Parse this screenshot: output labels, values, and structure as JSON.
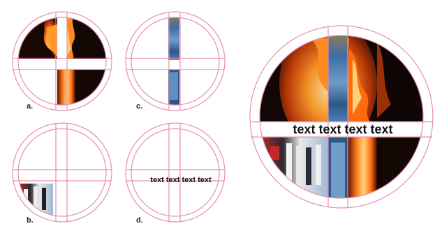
{
  "panels": [
    {
      "id": "a",
      "label": "a.",
      "shows": "fire"
    },
    {
      "id": "c",
      "label": "c.",
      "shows": "denim"
    },
    {
      "id": "b",
      "label": "b.",
      "shows": "crowd"
    },
    {
      "id": "d",
      "label": "d.",
      "shows": "text"
    }
  ],
  "band_text": "text text text text",
  "composite_text": "text text text text",
  "colors": {
    "guide": "#e58fb0",
    "fire_core": "#ffd27a",
    "fire_mid": "#ff7a18",
    "fire_edge": "#8a1a05",
    "night": "#140804",
    "denim": "#3d6fa8",
    "denim_dark": "#1b3552",
    "crowd_red": "#c0282a",
    "crowd_sky": "#9fb7d6"
  }
}
